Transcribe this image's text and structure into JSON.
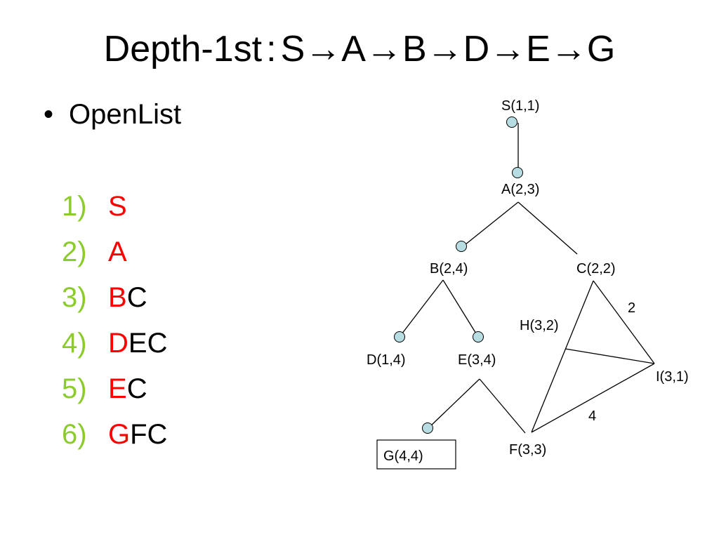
{
  "title": {
    "text": "Depth-1st",
    "separator": ":",
    "path": "S→A→B→D→E→G"
  },
  "bullet": {
    "glyph": "•",
    "label": "OpenList"
  },
  "colors": {
    "step_number": "#8ccb2e",
    "current_node": "#ff0000",
    "other_nodes": "#000000",
    "node_marker_fill": "#b7dde3"
  },
  "steps": [
    {
      "number": "1)",
      "current": "S",
      "rest": ""
    },
    {
      "number": "2)",
      "current": "A",
      "rest": ""
    },
    {
      "number": "3)",
      "current": "B",
      "rest": "C"
    },
    {
      "number": "4)",
      "current": "D",
      "rest": "EC"
    },
    {
      "number": "5)",
      "current": "E",
      "rest": "C"
    },
    {
      "number": "6)",
      "current": "G",
      "rest": "FC"
    }
  ],
  "graph": {
    "nodes": {
      "S": "S(1,1)",
      "A": "A(2,3)",
      "B": "B(2,4)",
      "C": "C(2,2)",
      "D": "D(1,4)",
      "E": "E(3,4)",
      "F": "F(3,3)",
      "G": "G(4,4)",
      "H": "H(3,2)",
      "I": "I(3,1)"
    },
    "edge_costs": {
      "C_I": "2",
      "F_I": "4"
    }
  }
}
